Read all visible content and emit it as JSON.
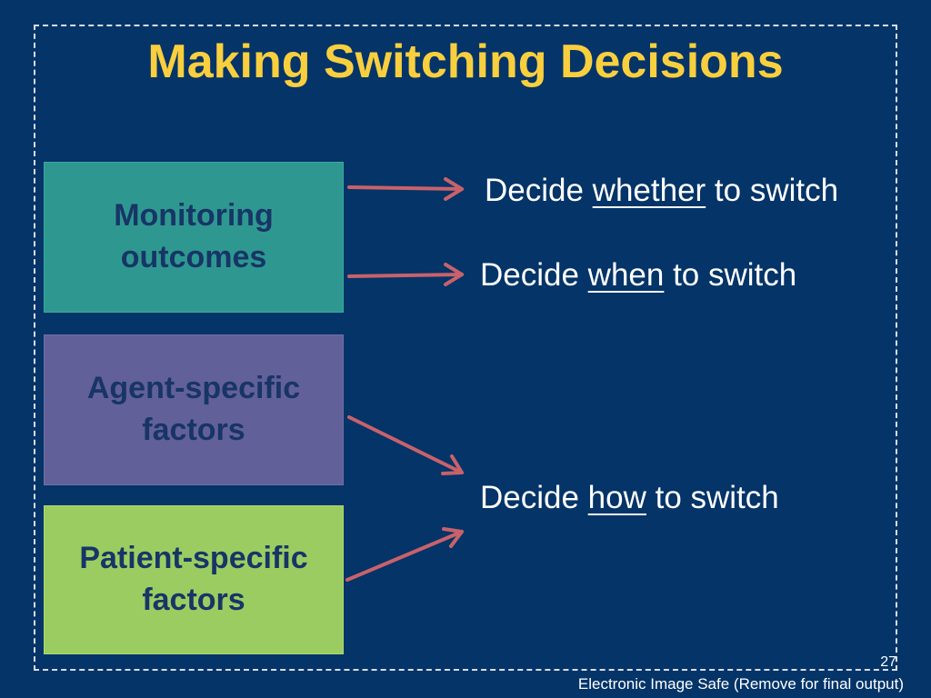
{
  "slide": {
    "title": "Making Switching Decisions",
    "page_number": "27",
    "footer": "Electronic Image Safe (Remove for final output)"
  },
  "boxes": [
    {
      "label_line1": "Monitoring",
      "label_line2": "outcomes",
      "color": "#2e9890"
    },
    {
      "label_line1": "Agent-specific",
      "label_line2": "factors",
      "color": "#626098"
    },
    {
      "label_line1": "Patient-specific",
      "label_line2": "factors",
      "color": "#9bcc62"
    }
  ],
  "decisions": [
    {
      "prefix": "Decide ",
      "keyword": "whether",
      "suffix": " to switch"
    },
    {
      "prefix": "Decide ",
      "keyword": "when",
      "suffix": " to switch"
    },
    {
      "prefix": "Decide ",
      "keyword": "how",
      "suffix": " to switch"
    }
  ],
  "colors": {
    "background": "#043468",
    "title": "#f9cf3e",
    "arrow": "#c8626a",
    "box_text": "#173566"
  }
}
